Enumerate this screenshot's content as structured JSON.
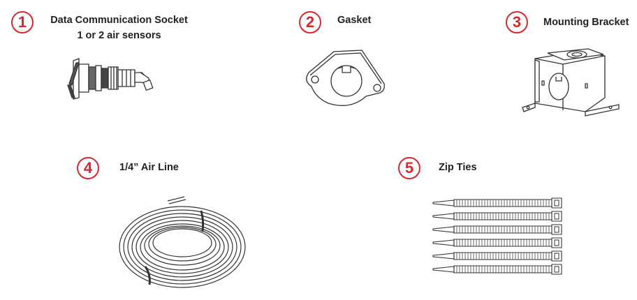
{
  "accent_color": "#d8282f",
  "items": [
    {
      "number": "1",
      "label": "Data Communication Socket",
      "sublabel": "1 or 2 air sensors",
      "icon": "data-socket-icon"
    },
    {
      "number": "2",
      "label": "Gasket",
      "icon": "gasket-icon"
    },
    {
      "number": "3",
      "label": "Mounting Bracket",
      "icon": "mounting-bracket-icon"
    },
    {
      "number": "4",
      "label": "1/4” Air Line",
      "icon": "air-line-coil-icon"
    },
    {
      "number": "5",
      "label": "Zip Ties",
      "icon": "zip-ties-icon"
    }
  ]
}
